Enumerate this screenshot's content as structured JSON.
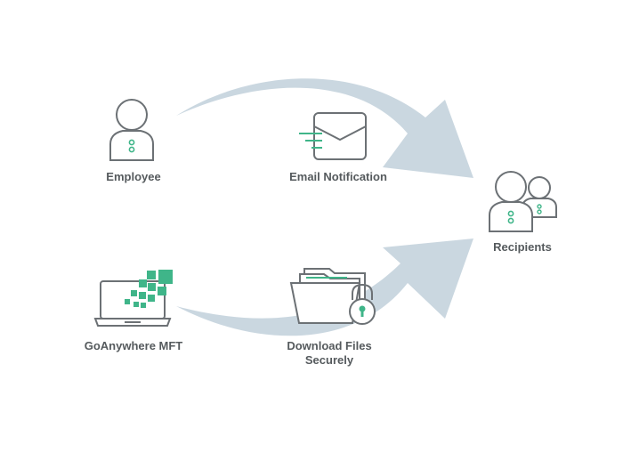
{
  "nodes": {
    "employee": {
      "label": "Employee"
    },
    "email_notification": {
      "label": "Email Notification"
    },
    "recipients": {
      "label": "Recipients"
    },
    "goanywhere": {
      "label": "GoAnywhere MFT"
    },
    "download": {
      "line1": "Download Files",
      "line2": "Securely"
    }
  },
  "colors": {
    "arrow": "#cad7e0",
    "outline": "#6c7175",
    "accent": "#3fb589",
    "text": "#555a5d"
  },
  "icons": {
    "employee": "person-icon",
    "email": "envelope-icon",
    "recipients": "people-icon",
    "goanywhere": "laptop-icon",
    "download": "folder-lock-icon"
  }
}
